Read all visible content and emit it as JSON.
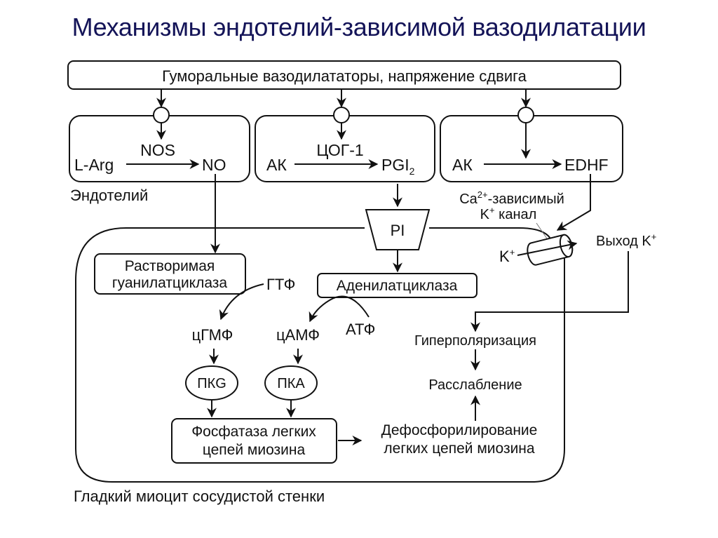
{
  "title": "Механизмы эндотелий-зависимой вазодилатации",
  "top_box": "Гуморальные вазодилататоры, напряжение сдвига",
  "endothelium": {
    "label": "Эндотелий",
    "no_path": {
      "substrate": "L-Arg",
      "enzyme": "NOS",
      "product": "NO"
    },
    "pgi_path": {
      "substrate": "АК",
      "enzyme": "ЦОГ-1",
      "product": "PGI",
      "product_sub": "2"
    },
    "edhf_path": {
      "substrate": "АК",
      "product": "EDHF"
    }
  },
  "channel": {
    "label_line1_prefix": "Ca",
    "label_line1_sup": "2+",
    "label_line1_suffix": "-зависимый",
    "label_line2_prefix": "K",
    "label_line2_sup": "+",
    "label_line2_suffix": " канал",
    "k_in": "K",
    "k_in_sup": "+",
    "k_out": "Выход K",
    "k_out_sup": "+"
  },
  "receptor_pi": "PI",
  "smooth_muscle": {
    "label": "Гладкий миоцит сосудистой стенки",
    "sgc_line1": "Растворимая",
    "sgc_line2": "гуанилатциклаза",
    "gtp": "ГТФ",
    "ac": "Аденилатциклаза",
    "atp": "АТФ",
    "cgmp": "цГМФ",
    "camp": "цАМФ",
    "pkg": "ПКG",
    "pka": "ПКА",
    "phosphatase_line1": "Фосфатаза легких",
    "phosphatase_line2": "цепей миозина",
    "dephos_line1": "Дефосфорилирование",
    "dephos_line2": "легких цепей миозина",
    "hyperpolarization": "Гиперполяризация",
    "relaxation": "Расслабление"
  }
}
